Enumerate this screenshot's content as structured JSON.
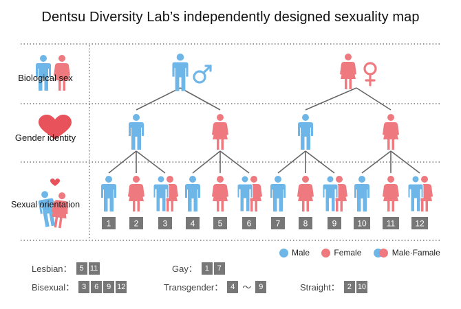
{
  "title": "Dentsu Diversity Lab’s independently designed sexuality map",
  "rows": {
    "biological_sex": "Biological sex",
    "gender_identity": "Gender identity",
    "sexual_orientation": "Sexual orientation"
  },
  "numbers": [
    "1",
    "2",
    "3",
    "4",
    "5",
    "6",
    "7",
    "8",
    "9",
    "10",
    "11",
    "12"
  ],
  "legend": {
    "male": "Male",
    "female": "Female",
    "male_female": "Male·Famale"
  },
  "summaries": {
    "lesbian": {
      "label": "Lesbian：",
      "items": [
        "5",
        "11"
      ]
    },
    "gay": {
      "label": "Gay：",
      "items": [
        "1",
        "7"
      ]
    },
    "bisexual": {
      "label": "Bisexual：",
      "items": [
        "3",
        "6",
        "9",
        "12"
      ]
    },
    "transgender": {
      "label": "Transgender：",
      "from": "4",
      "tilde": "〜",
      "to": "9"
    },
    "straight": {
      "label": "Straight：",
      "items": [
        "2",
        "10"
      ]
    }
  },
  "colors": {
    "male": "#6fb6e8",
    "female": "#ee7a7f",
    "line": "#666666",
    "number_box": "#777777",
    "heart": "#e8525a"
  },
  "icons": {
    "male_symbol": "mars-icon",
    "female_symbol": "venus-icon",
    "heart": "heart-icon"
  }
}
